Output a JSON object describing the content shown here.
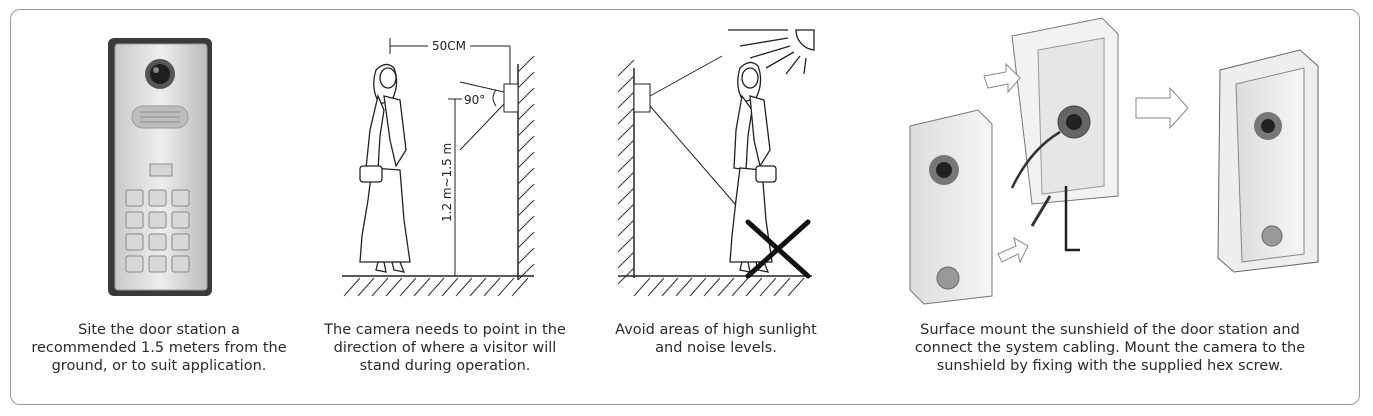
{
  "steps": [
    {
      "caption": "Site the door station a recommended 1.5 meters from the ground, or to suit application.",
      "image_icon": "door-station-keypad"
    },
    {
      "caption": "The camera needs to point in the direction of where a visitor will stand during operation.",
      "labels": {
        "distance": "50CM",
        "angle": "90°",
        "height": "1.2 m~1.5 m"
      }
    },
    {
      "caption": "Avoid areas of high sunlight and noise levels.",
      "icons": [
        "sun-icon",
        "cross-icon"
      ]
    },
    {
      "caption": "Surface mount the sunshield of the door station and connect the system cabling. Mount the camera to the sunshield by fixing with the supplied hex screw.",
      "icons": [
        "arrow-right-icon",
        "hex-key-icon"
      ]
    }
  ]
}
